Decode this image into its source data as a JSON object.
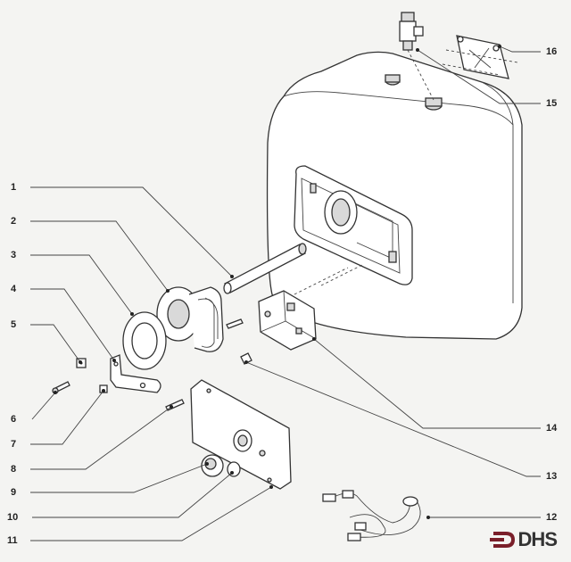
{
  "callouts": [
    {
      "id": "1",
      "text": "1"
    },
    {
      "id": "2",
      "text": "2"
    },
    {
      "id": "3",
      "text": "3"
    },
    {
      "id": "4",
      "text": "4"
    },
    {
      "id": "5",
      "text": "5"
    },
    {
      "id": "6",
      "text": "6"
    },
    {
      "id": "7",
      "text": "7"
    },
    {
      "id": "8",
      "text": "8"
    },
    {
      "id": "9",
      "text": "9"
    },
    {
      "id": "10",
      "text": "10"
    },
    {
      "id": "11",
      "text": "11"
    },
    {
      "id": "12",
      "text": "12"
    },
    {
      "id": "13",
      "text": "13"
    },
    {
      "id": "14",
      "text": "14"
    },
    {
      "id": "15",
      "text": "15"
    },
    {
      "id": "16",
      "text": "16"
    }
  ],
  "logo": {
    "text": "DHS",
    "color": "#7a1f2a"
  }
}
